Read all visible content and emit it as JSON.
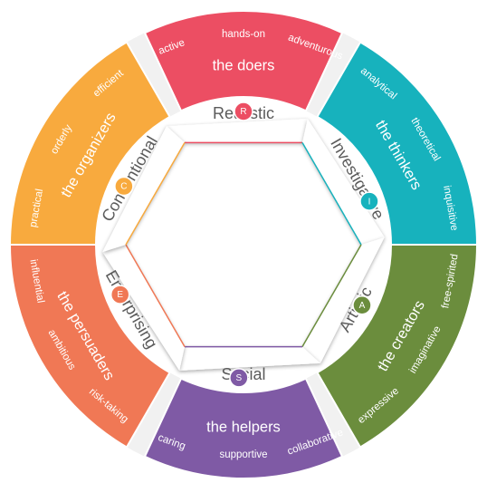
{
  "diagram": {
    "segments": [
      {
        "id": "realistic",
        "color": "#ec4e63",
        "title": "the doers",
        "traits": [
          "active",
          "hands-on",
          "adventurous"
        ],
        "band_label": "Realistic",
        "letter": "R"
      },
      {
        "id": "investigative",
        "color": "#17b2bd",
        "title": "the thinkers",
        "traits": [
          "analytical",
          "theoretical",
          "inquisitive"
        ],
        "band_label": "Investigative",
        "letter": "I"
      },
      {
        "id": "artistic",
        "color": "#6b8d3d",
        "title": "the creators",
        "traits": [
          "expressive",
          "imaginative",
          "free-spirited"
        ],
        "band_label": "Artistic",
        "letter": "A"
      },
      {
        "id": "social",
        "color": "#7f5aa5",
        "title": "the helpers",
        "traits": [
          "caring",
          "supportive",
          "collaborative"
        ],
        "band_label": "Social",
        "letter": "S"
      },
      {
        "id": "enterprising",
        "color": "#f07855",
        "title": "the persuaders",
        "traits": [
          "influential",
          "ambitious",
          "risk-taking"
        ],
        "band_label": "Enterprising",
        "letter": "E"
      },
      {
        "id": "conventional",
        "color": "#f8aa3e",
        "title": "the organizers",
        "traits": [
          "practical",
          "orderly",
          "efficient"
        ],
        "band_label": "Conventional",
        "letter": "C"
      }
    ]
  }
}
